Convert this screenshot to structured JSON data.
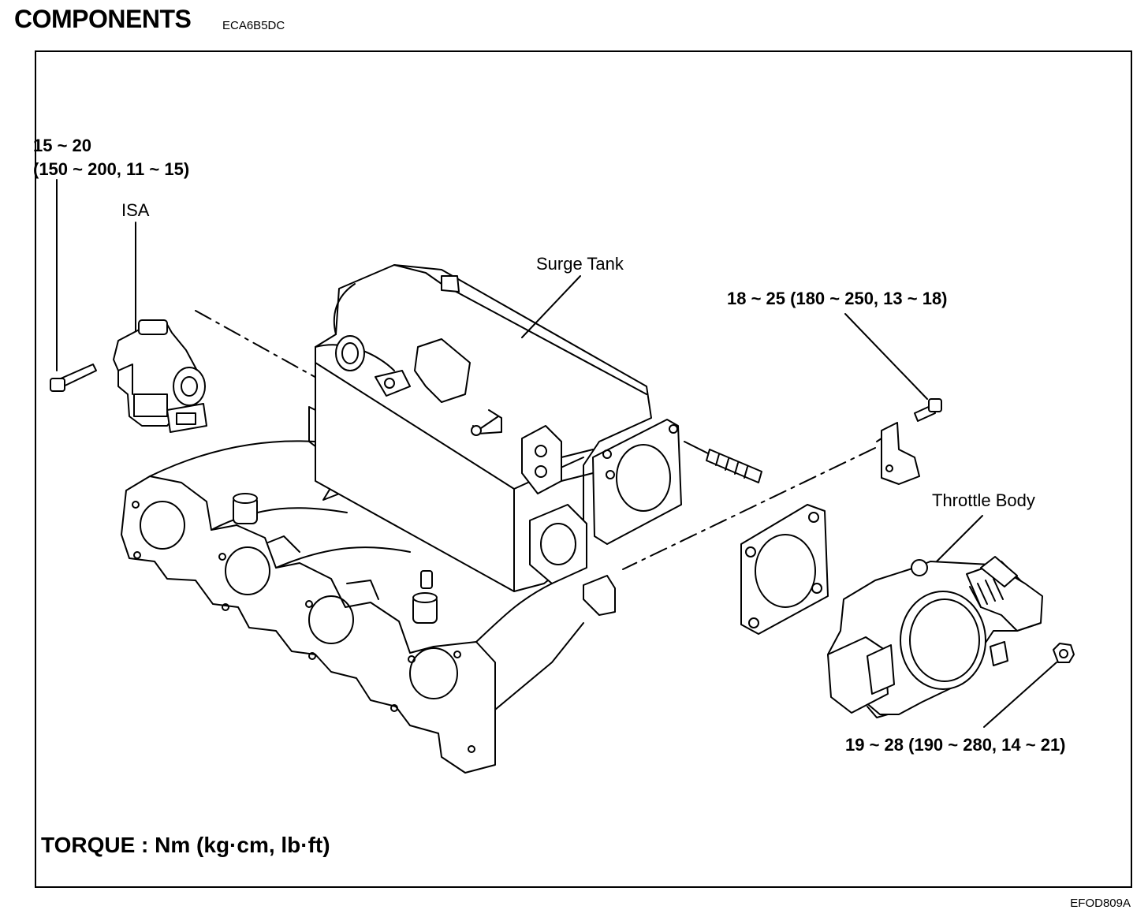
{
  "header": {
    "title": "COMPONENTS",
    "code": "ECA6B5DC"
  },
  "labels": {
    "isa_bolt_torque_nm": "15 ~ 20",
    "isa_bolt_torque_alt": "(150 ~ 200, 11 ~ 15)",
    "isa": "ISA",
    "surge_tank": "Surge Tank",
    "bracket_bolt_torque": "18 ~ 25 (180 ~ 250, 13 ~ 18)",
    "throttle_body": "Throttle Body",
    "nut_torque": "19 ~ 28 (190 ~ 280, 14 ~ 21)"
  },
  "footer": {
    "torque_note": "TORQUE : Nm (kg·cm, lb·ft)",
    "figure_code": "EFOD809A"
  }
}
